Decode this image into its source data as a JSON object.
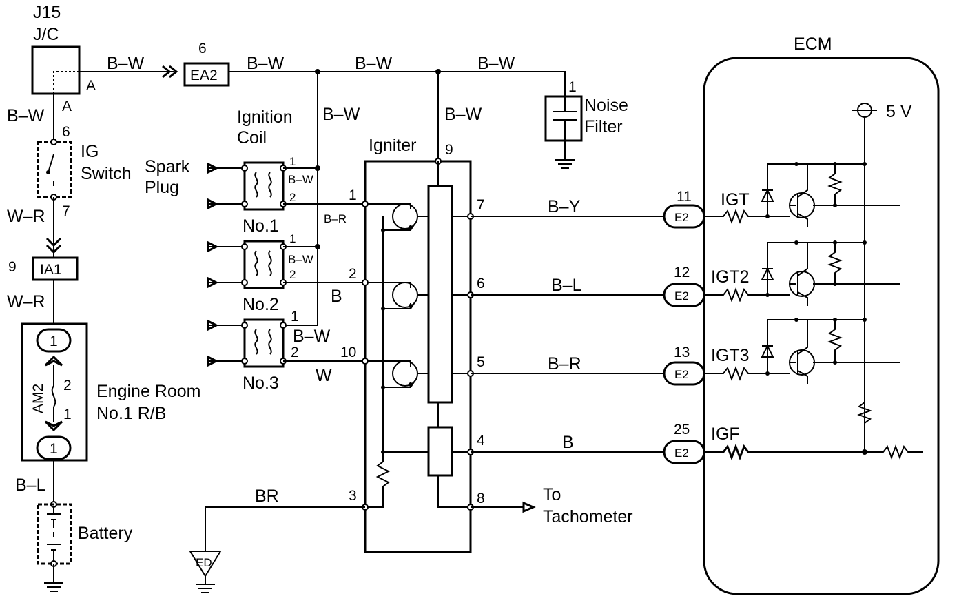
{
  "title_jc": "J15",
  "title_jc2": "J/C",
  "ecm": {
    "title": "ECM",
    "supply": "5 V",
    "connector_label": "E2"
  },
  "wires": {
    "bw": "B–W",
    "wr": "W–R",
    "bl": "B–L",
    "br_lower": "B–R",
    "b": "B",
    "w": "W",
    "by": "B–Y",
    "br_upper": "B–R",
    "brown": "BR"
  },
  "pins": {
    "a": "A",
    "p6": "6",
    "p7": "7",
    "p9": "9",
    "p1": "1",
    "p2": "2",
    "p10": "10",
    "p3": "3",
    "p5": "5",
    "p4": "4",
    "p8": "8",
    "p11": "11",
    "p12": "12",
    "p13": "13",
    "p25": "25"
  },
  "connectors": {
    "ea2": "EA2",
    "ia1": "IA1",
    "ed": "ED"
  },
  "components": {
    "ig_switch": [
      "IG",
      "Switch"
    ],
    "noise_filter": [
      "Noise",
      "Filter"
    ],
    "ignition_coil": [
      "Ignition",
      "Coil"
    ],
    "spark_plug": [
      "Spark",
      "Plug"
    ],
    "igniter": "Igniter",
    "engine_room": [
      "Engine Room",
      "No.1 R/B"
    ],
    "fuse": "AM2",
    "fuse_box_label": "1",
    "battery": "Battery",
    "to_tach": [
      "To",
      "Tachometer"
    ],
    "coil_names": [
      "No.1",
      "No.2",
      "No.3"
    ]
  },
  "ecm_signals": {
    "igt": "IGT",
    "igt2": "IGT2",
    "igt3": "IGT3",
    "igf": "IGF"
  }
}
